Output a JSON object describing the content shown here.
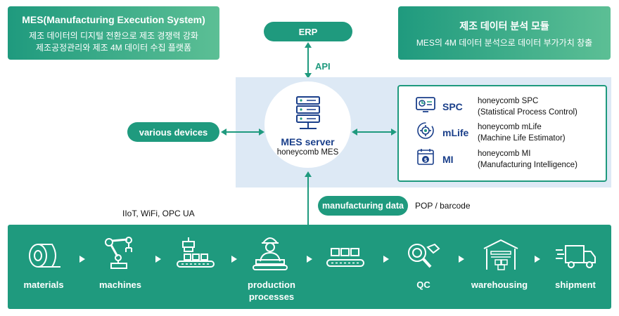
{
  "mes_box": {
    "title": "MES(Manufacturing Execution System)",
    "line1": "제조 데이터의 디지털 전환으로 제조 경쟁력 강화",
    "line2": "제조공정관리와 제조 4M 데이터 수집 플랫폼"
  },
  "analysis_box": {
    "title": "제조 데이터 분석 모듈",
    "line1": "MES의 4M 데이터 분석으로 데이터 부가가치 창출"
  },
  "erp": "ERP",
  "api": "API",
  "various_devices": "various devices",
  "server": {
    "title": "MES server",
    "subtitle": "honeycomb MES"
  },
  "modules": [
    {
      "icon": "monitor-chart-icon",
      "abbr": "SPC",
      "line1": "honeycomb SPC",
      "line2": "(Statistical Process Control)"
    },
    {
      "icon": "gear-cycle-icon",
      "abbr": "mLife",
      "line1": "honeycomb mLife",
      "line2": "(Machine Life Estimator)"
    },
    {
      "icon": "calendar-dollar-icon",
      "abbr": "MI",
      "line1": "honeycomb MI",
      "line2": "(Manufacturing Intelligence)"
    }
  ],
  "manufacturing_data": "manufacturing data",
  "pop_barcode": "POP / barcode",
  "protocols": "IIoT, WiFi, OPC UA",
  "process_steps": [
    {
      "icon": "material-roll-icon",
      "label": "materials"
    },
    {
      "icon": "robot-arm-icon",
      "label": "machines"
    },
    {
      "icon": "conveyor-machine-icon",
      "label": ""
    },
    {
      "icon": "worker-icon",
      "label": "production\nprocesses"
    },
    {
      "icon": "conveyor-boxes-icon",
      "label": ""
    },
    {
      "icon": "magnifier-qc-icon",
      "label": "QC"
    },
    {
      "icon": "warehouse-icon",
      "label": "warehousing"
    },
    {
      "icon": "truck-icon",
      "label": "shipment"
    }
  ],
  "colors": {
    "primary_green": "#1f9a7e",
    "light_green": "#5cbf95",
    "panel_blue": "#dde9f5",
    "navy": "#1a3f8a"
  }
}
